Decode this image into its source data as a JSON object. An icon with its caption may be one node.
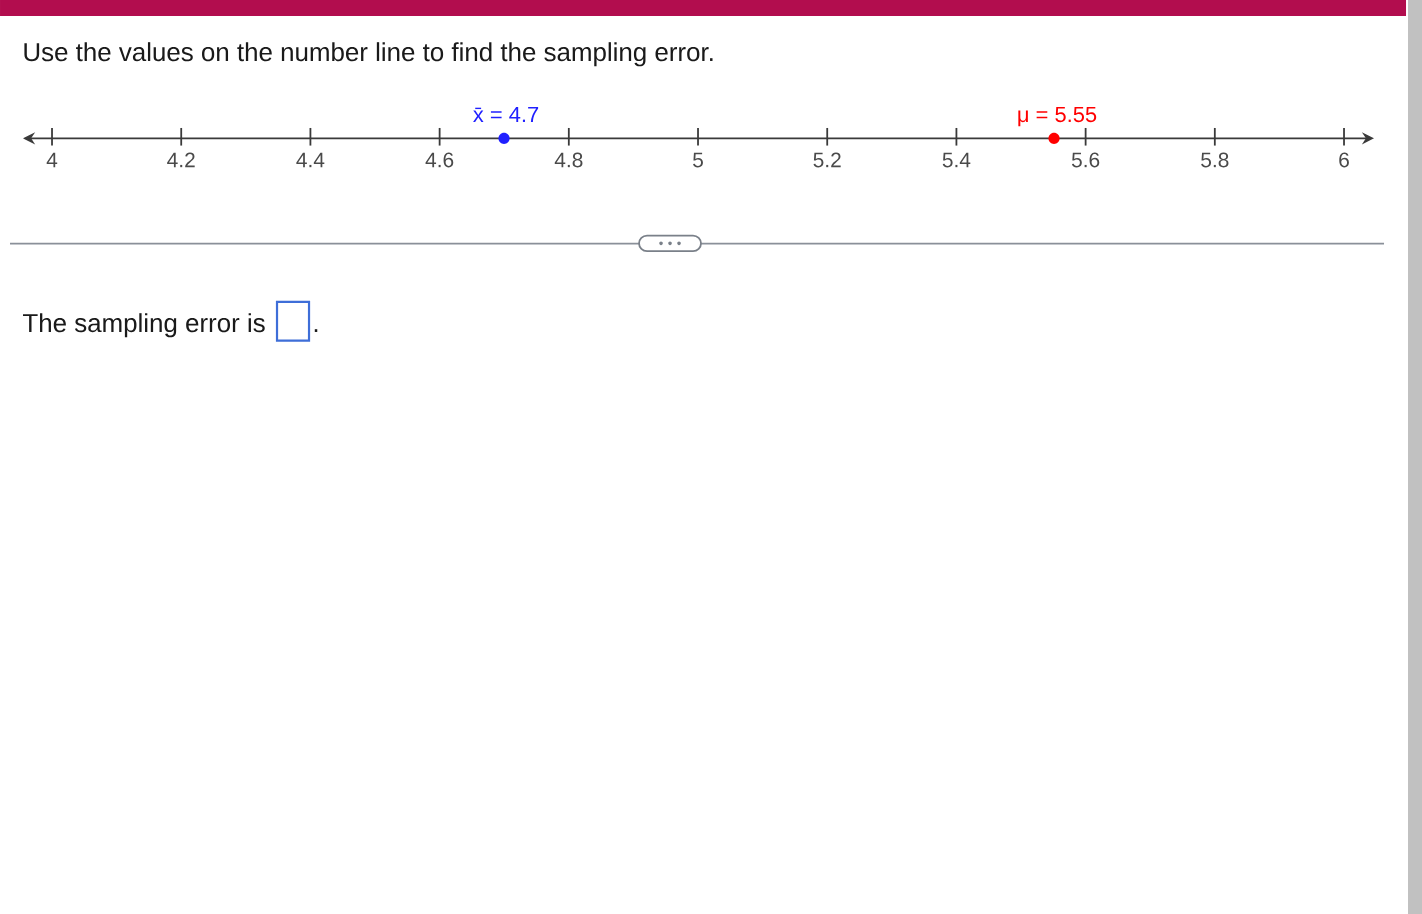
{
  "diagram": {
    "title": "Use the values on the number line to find the sampling error.",
    "labels": [
      "x̄ = 4.7",
      "μ = 5.55",
      "4",
      "4.2",
      "4.4",
      "4.6",
      "4.8",
      "5",
      "5.2",
      "5.4",
      "5.6",
      "5.8",
      "6",
      "The sampling error is",
      "."
    ]
  }
}
